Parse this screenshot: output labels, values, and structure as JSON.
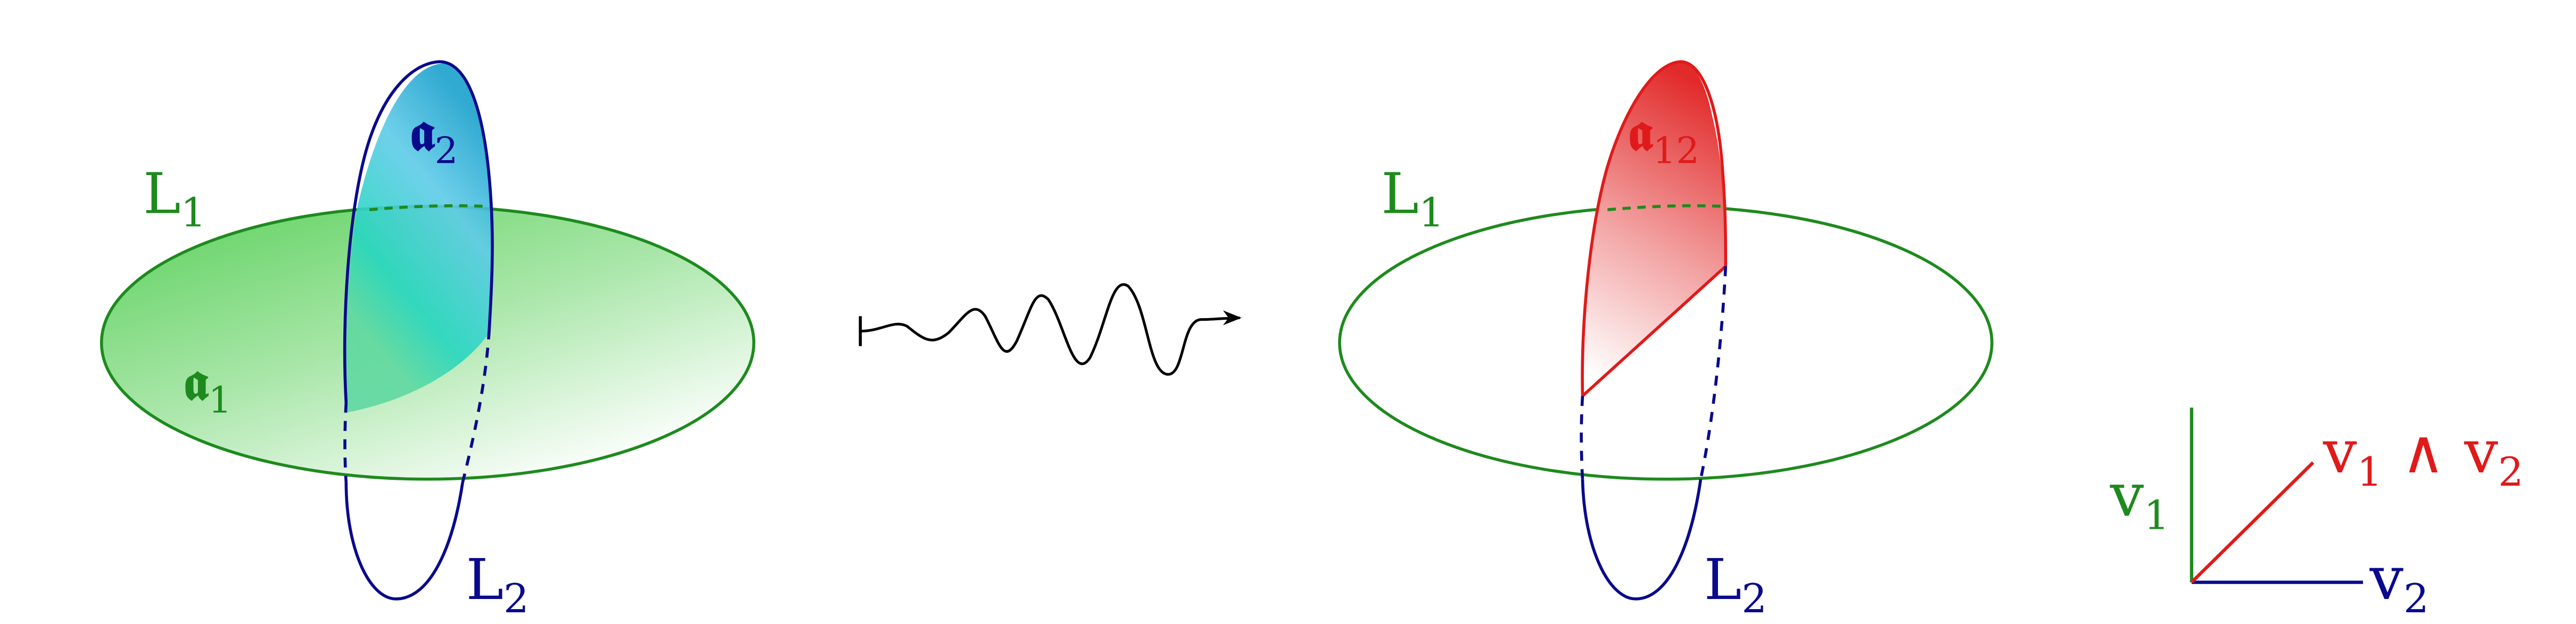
{
  "left_panel": {
    "line1": {
      "base": "L",
      "sub": "1"
    },
    "line2": {
      "base": "L",
      "sub": "2"
    },
    "alg1": {
      "base": "𝖆",
      "sub": "1"
    },
    "alg2": {
      "base": "𝖆",
      "sub": "2"
    }
  },
  "right_panel": {
    "line1": {
      "base": "L",
      "sub": "1"
    },
    "line2": {
      "base": "L",
      "sub": "2"
    },
    "alg12": {
      "base": "𝖆",
      "sub": "12"
    }
  },
  "axes": {
    "v1": {
      "base": "v",
      "sub": "1"
    },
    "v2": {
      "base": "v",
      "sub": "2"
    },
    "wedge": {
      "a": "v",
      "a_sub": "1",
      "op": " ∧ ",
      "b": "v",
      "b_sub": "2"
    }
  },
  "colors": {
    "green": "#1e8a1e",
    "blue": "#0a0a8c",
    "red": "#e01a1a",
    "black": "#000000"
  }
}
